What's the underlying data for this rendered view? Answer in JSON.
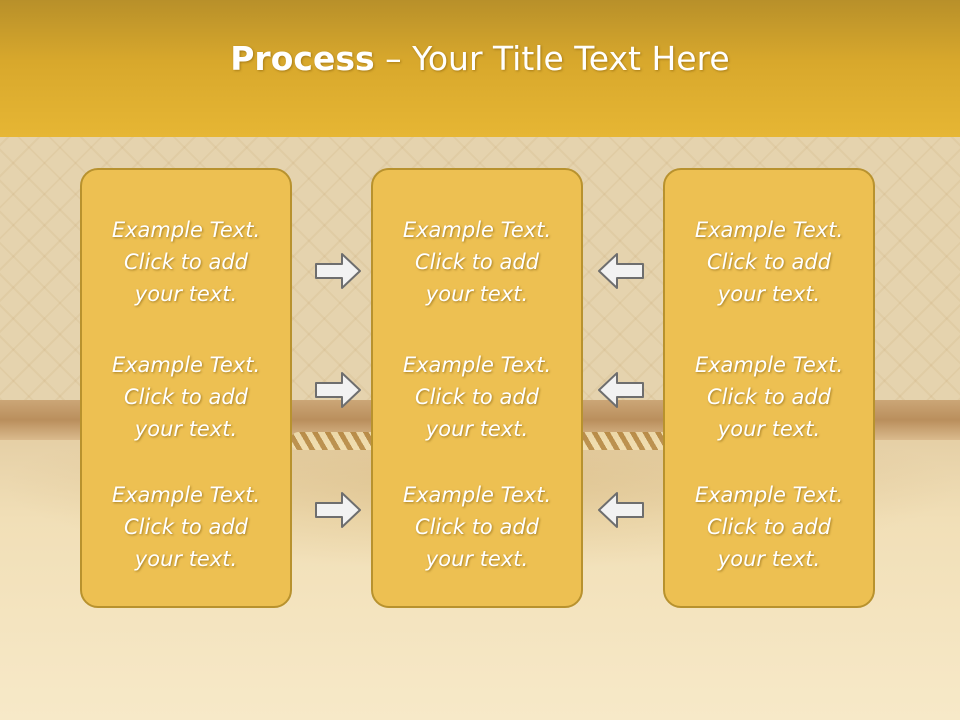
{
  "slide": {
    "title_bold": "Process",
    "title_rest": " – Your Title Text Here"
  },
  "columns": [
    {
      "blocks": [
        {
          "line1": "Example Text.",
          "line2": "Click  to add",
          "line3": "your text."
        },
        {
          "line1": "Example Text.",
          "line2": "Click  to add",
          "line3": "your text."
        },
        {
          "line1": "Example Text.",
          "line2": "Click  to add",
          "line3": "your text."
        }
      ]
    },
    {
      "blocks": [
        {
          "line1": "Example Text.",
          "line2": "Click  to add",
          "line3": "your text."
        },
        {
          "line1": "Example Text.",
          "line2": "Click  to add",
          "line3": "your text."
        },
        {
          "line1": "Example Text.",
          "line2": "Click  to add",
          "line3": "your text."
        }
      ]
    },
    {
      "blocks": [
        {
          "line1": "Example Text.",
          "line2": "Click  to add",
          "line3": "your text."
        },
        {
          "line1": "Example Text.",
          "line2": "Click  to add",
          "line3": "your text."
        },
        {
          "line1": "Example Text.",
          "line2": "Click  to add",
          "line3": "your text."
        }
      ]
    }
  ],
  "colors": {
    "header": "#e0b030",
    "box_fill": "#edc052",
    "box_border": "#b8922e",
    "arrow_fill": "#f2f2f2",
    "arrow_stroke": "#6e6e6e"
  },
  "icons": {
    "arrow_left_group": "arrow-right-icon",
    "arrow_right_group": "arrow-left-icon"
  }
}
